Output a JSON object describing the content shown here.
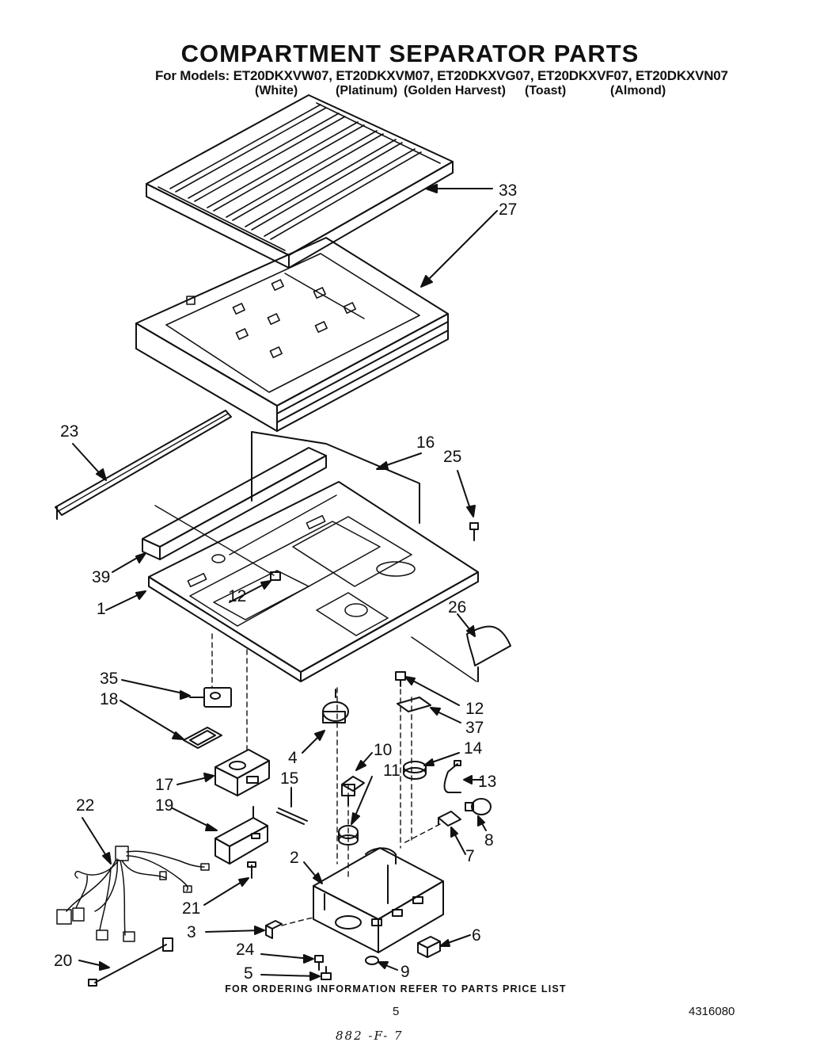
{
  "title": "COMPARTMENT SEPARATOR PARTS",
  "models_line": "For Models: ET20DKXVW07, ET20DKXVM07, ET20DKXVG07, ET20DKXVF07, ET20DKXVN07",
  "colors": [
    "(White)",
    "(Platinum)",
    "(Golden Harvest)",
    "(Toast)",
    "(Almond)"
  ],
  "callouts": {
    "c33": "33",
    "c27": "27",
    "c23": "23",
    "c16": "16",
    "c25": "25",
    "c39": "39",
    "c12a": "12",
    "c1": "1",
    "c26": "26",
    "c35": "35",
    "c18": "18",
    "c12b": "12",
    "c37": "37",
    "c4": "4",
    "c10": "10",
    "c14": "14",
    "c11": "11",
    "c13": "13",
    "c17": "17",
    "c15": "15",
    "c19": "19",
    "c22": "22",
    "c8": "8",
    "c7": "7",
    "c2": "2",
    "c21": "21",
    "c3": "3",
    "c6": "6",
    "c24": "24",
    "c20": "20",
    "c5": "5",
    "c9": "9"
  },
  "footer": "FOR ORDERING INFORMATION REFER TO PARTS PRICE LIST",
  "page_number": "5",
  "doc_number": "4316080",
  "handwritten_code": "882 -F- 7"
}
